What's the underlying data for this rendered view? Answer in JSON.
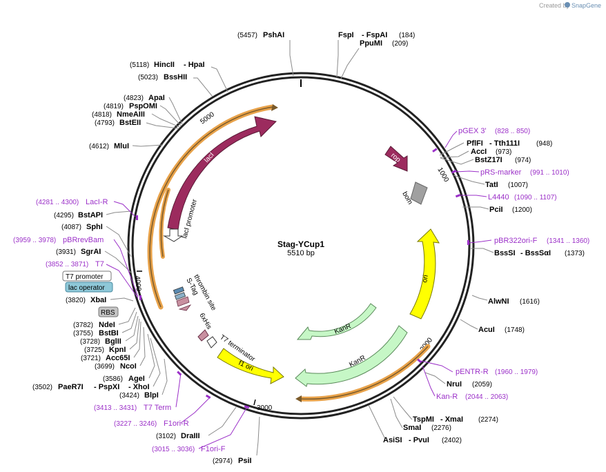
{
  "header": {
    "created_by": "Created by",
    "brand": "SnapGene"
  },
  "plasmid": {
    "name": "Stag-YCup1",
    "length": "5510 bp"
  },
  "ticks": [
    "1000",
    "2000",
    "3000",
    "4000",
    "5000"
  ],
  "features": {
    "lacI": "lacI",
    "lacI_promoter": "lacI promoter",
    "rop": "rop",
    "bom": "bom",
    "ori": "ori",
    "kanR1": "KanR",
    "kanR2": "KanR",
    "f1ori": "f1 ori",
    "t7term": "T7 terminator",
    "his": "6xHis",
    "thrombin": "thrombin site",
    "stag": "S-Tag"
  },
  "boxes": {
    "t7_promoter": "T7 promoter",
    "lac_operator": "lac operator",
    "rbs": "RBS"
  },
  "enzymes": {
    "pshai": {
      "pos": "(5457)",
      "name": "PshAI"
    },
    "fspi": {
      "name": "FspI",
      "name2": "-  FspAI",
      "pos": "(184)"
    },
    "ppumi": {
      "name": "PpuMI",
      "pos": "(209)"
    },
    "hincii": {
      "pos": "(5118)",
      "name": "HincII",
      "name2": "-  HpaI"
    },
    "bsshii": {
      "pos": "(5023)",
      "name": "BssHII"
    },
    "apai": {
      "pos": "(4823)",
      "name": "ApaI"
    },
    "pspomi": {
      "pos": "(4819)",
      "name": "PspOMI"
    },
    "nmeaiii": {
      "pos": "(4818)",
      "name": "NmeAIII"
    },
    "bsteii": {
      "pos": "(4793)",
      "name": "BstEII"
    },
    "mlui": {
      "pos": "(4612)",
      "name": "MluI"
    },
    "pflfi": {
      "name": "PflFI",
      "name2": "-  Tth111I",
      "pos": "(948)"
    },
    "acci": {
      "name": "AccI",
      "pos": "(973)"
    },
    "bstz17i": {
      "name": "BstZ17I",
      "pos": "(974)"
    },
    "tati": {
      "name": "TatI",
      "pos": "(1007)"
    },
    "pcii": {
      "name": "PciI",
      "pos": "(1200)"
    },
    "bsssi": {
      "name": "BssSI",
      "name2": "-  BssSαI",
      "pos": "(1373)"
    },
    "alwni": {
      "name": "AlwNI",
      "pos": "(1616)"
    },
    "acui": {
      "name": "AcuI",
      "pos": "(1748)"
    },
    "nrui": {
      "name": "NruI",
      "pos": "(2059)"
    },
    "tspmi": {
      "name": "TspMI",
      "name2": "-  XmaI",
      "pos": "(2274)"
    },
    "smai": {
      "name": "SmaI",
      "pos": "(2276)"
    },
    "asisi": {
      "name": "AsiSI",
      "name2": "-  PvuI",
      "pos": "(2402)"
    },
    "bstapi": {
      "pos": "(4295)",
      "name": "BstAPI"
    },
    "sphi": {
      "pos": "(4087)",
      "name": "SphI"
    },
    "sgrai": {
      "pos": "(3931)",
      "name": "SgrAI"
    },
    "xbai": {
      "pos": "(3820)",
      "name": "XbaI"
    },
    "ndei": {
      "pos": "(3782)",
      "name": "NdeI"
    },
    "bstbi": {
      "pos": "(3755)",
      "name": "BstBI"
    },
    "bglii": {
      "pos": "(3728)",
      "name": "BglII"
    },
    "kpni": {
      "pos": "(3725)",
      "name": "KpnI"
    },
    "acc65i": {
      "pos": "(3721)",
      "name": "Acc65I"
    },
    "ncoi": {
      "pos": "(3699)",
      "name": "NcoI"
    },
    "agei": {
      "pos": "(3586)",
      "name": "AgeI"
    },
    "paer7i": {
      "pos": "(3502)",
      "name": "PaeR7I",
      "name2": "-  PspXI",
      "name3": "-  XhoI"
    },
    "blpi": {
      "pos": "(3424)",
      "name": "BlpI"
    },
    "draiii": {
      "pos": "(3102)",
      "name": "DraIII"
    },
    "psii": {
      "pos": "(2974)",
      "name": "PsiI"
    }
  },
  "primers": {
    "pgex3": {
      "name": "pGEX 3'",
      "range": "(828 .. 850)"
    },
    "prsmarker": {
      "name": "pRS-marker",
      "range": "(991 .. 1010)"
    },
    "l4440": {
      "name": "L4440",
      "range": "(1090 .. 1107)"
    },
    "pbr322orif": {
      "name": "pBR322ori-F",
      "range": "(1341 .. 1360)"
    },
    "pentrr": {
      "name": "pENTR-R",
      "range": "(1960 .. 1979)"
    },
    "kanr": {
      "name": "Kan-R",
      "range": "(2044 .. 2063)"
    },
    "laciR": {
      "range": "(4281 .. 4300)",
      "name": "LacI-R"
    },
    "pbrrevbam": {
      "range": "(3959 .. 3978)",
      "name": "pBRrevBam"
    },
    "t7": {
      "range": "(3852 .. 3871)",
      "name": "T7"
    },
    "t7term": {
      "range": "(3413 .. 3431)",
      "name": "T7 Term"
    },
    "f1orir": {
      "range": "(3227 .. 3246)",
      "name": "F1ori-R"
    },
    "f1orif": {
      "range": "(3015 .. 3036)",
      "name": "F1ori-F"
    }
  },
  "colors": {
    "lacI": "#9c2b5e",
    "rop": "#9c2b5e",
    "ori": "#ffff00",
    "kanR": "#c6f7c6",
    "bom": "#a0a0a0",
    "primer": "#9b30c8",
    "orf": "#e8a24a",
    "lac_operator": "#8ec8d8",
    "rbs": "#c4c4c4"
  }
}
